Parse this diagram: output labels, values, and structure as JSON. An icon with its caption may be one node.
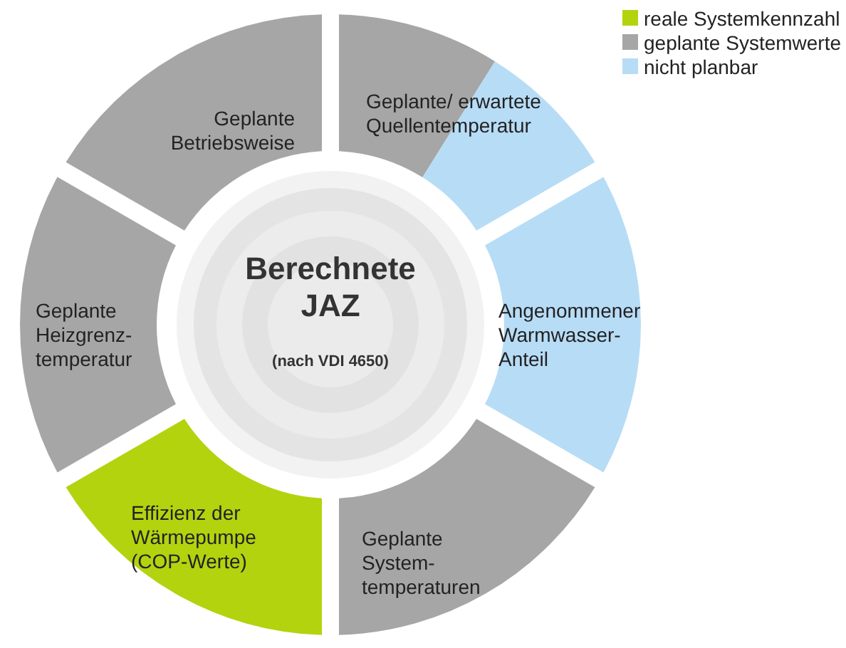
{
  "diagram": {
    "nodes": [
      {
        "text": [
          "Berechnete JAZ",
          "(nach VDI 4650)"
        ]
      },
      {
        "text": [
          "Geplante/ erwartete Quellentemperatur"
        ]
      },
      {
        "text": [
          "Angenommener Warmwasser-Anteil"
        ]
      },
      {
        "text": [
          "Geplante System- temperaturen"
        ]
      },
      {
        "text": [
          "Effizienz der Wärmepumpe (COP-Werte)"
        ]
      },
      {
        "text": [
          "Geplante Heizgrenz- temperatur"
        ]
      },
      {
        "text": [
          "Geplante Betriebsweise"
        ]
      }
    ],
    "legend": [
      {
        "text": "reale Systemkennzahl",
        "color": "#b3d30f"
      },
      {
        "text": "geplante Systemwerte",
        "color": "#a6a6a6"
      },
      {
        "text": "nicht planbar",
        "color": "#b7dcf6"
      }
    ]
  }
}
